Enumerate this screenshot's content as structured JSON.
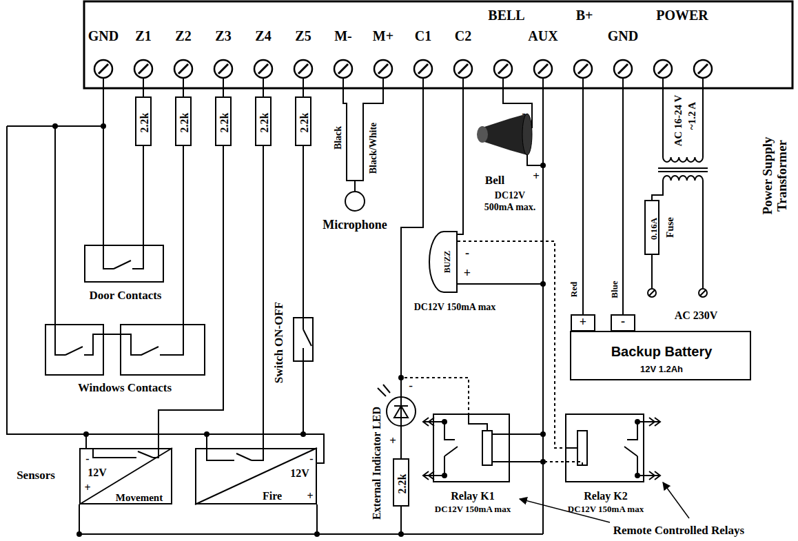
{
  "diagram": {
    "nodes": [
      {
        "text": [
          "2.2k"
        ]
      },
      {
        "text": [
          "2.2k"
        ]
      },
      {
        "text": [
          "2.2k"
        ]
      },
      {
        "text": [
          "2.2k"
        ]
      },
      {
        "text": [
          "2.2k"
        ]
      },
      {
        "text": [
          "Microphone"
        ]
      },
      {
        "text": [
          "Door Contacts"
        ]
      },
      {
        "text": [
          "Windows Contacts"
        ]
      },
      {
        "text": [
          "Switch ON-OFF"
        ]
      },
      {
        "text": [
          "BUZZ"
        ]
      },
      {
        "text": [
          "0.16A"
        ]
      },
      {
        "text": [
          "Backup Battery",
          "12V 1.2Ah"
        ]
      },
      {
        "text": [
          "External Indicator LED"
        ]
      },
      {
        "text": [
          "Relay K1",
          "DC12V 150mA max"
        ]
      },
      {
        "text": [
          "Relay K2",
          "DC12V 150mA max"
        ]
      },
      {
        "text": [
          "2.2k"
        ]
      },
      {
        "text": [
          "-",
          "12V",
          "+",
          "Movement"
        ]
      },
      {
        "text": [
          "12V",
          "-",
          "Fire",
          "+"
        ]
      }
    ],
    "edges": [
      {
        "from": 0,
        "to": 6,
        "arrow": "none"
      },
      {
        "from": 1,
        "to": 7,
        "arrow": "none"
      },
      {
        "from": 2,
        "to": 16,
        "arrow": "none"
      },
      {
        "from": 3,
        "to": 17,
        "arrow": "none"
      },
      {
        "from": 4,
        "to": 8,
        "arrow": "none"
      },
      {
        "from": 12,
        "to": 13,
        "arrow": "none"
      },
      {
        "from": 9,
        "to": 14,
        "arrow": "none"
      },
      {
        "from": 12,
        "to": 15,
        "arrow": "none"
      }
    ],
    "labels": [
      "GND",
      "Z1",
      "Z2",
      "Z3",
      "Z4",
      "Z5",
      "M-",
      "M+",
      "C1",
      "C2",
      "BELL",
      "AUX",
      "B+",
      "GND",
      "POWER",
      "Black",
      "Black/White",
      "Bell",
      "DC12V",
      "500mA max.",
      "-",
      "+",
      "-",
      "+",
      "DC12V 150mA max",
      "-",
      "+",
      "Red",
      "Blue",
      "+",
      "-",
      "AC 16-24 V",
      "~1.2 A",
      "Power Supply Transformer",
      "Fuse",
      "AC 230V",
      "Sensors",
      "Remote Controlled Relays"
    ]
  }
}
